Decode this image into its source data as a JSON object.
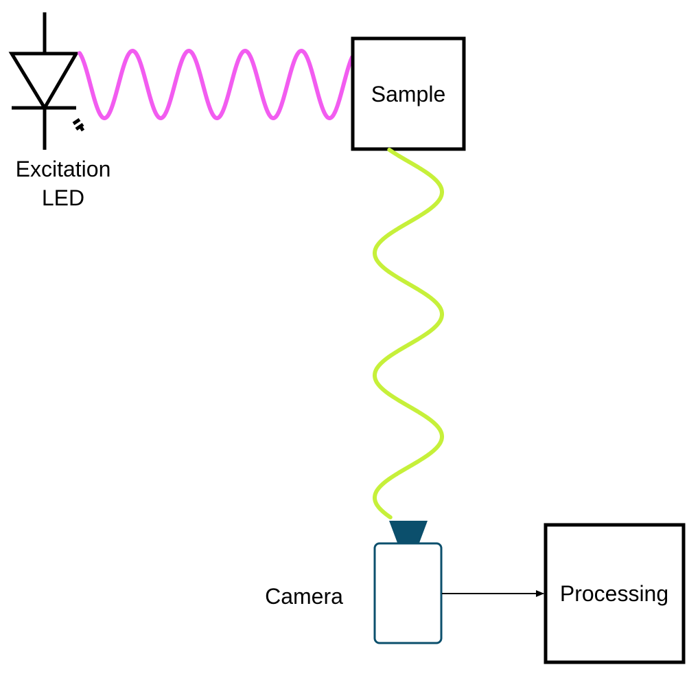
{
  "diagram": {
    "led": {
      "label_line1": "Excitation",
      "label_line2": "LED",
      "icon": "led-diode-icon"
    },
    "sample": {
      "label": "Sample"
    },
    "camera": {
      "label": "Camera",
      "icon": "camera-icon",
      "color": "#0b4f6c"
    },
    "processing": {
      "label": "Processing"
    },
    "waves": {
      "excitation_color": "#f25cf0",
      "emission_color": "#c6f03a"
    }
  }
}
